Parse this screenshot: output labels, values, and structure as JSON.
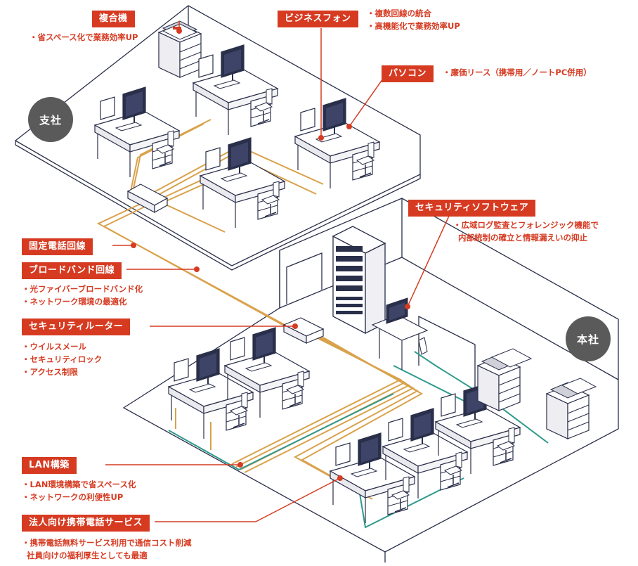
{
  "badges": {
    "branch": "支社",
    "hq": "本社"
  },
  "callouts": [
    {
      "id": "mfp",
      "label": "複合機",
      "notes": [
        "・省スペース化で業務効率UP"
      ]
    },
    {
      "id": "phone",
      "label": "ビジネスフォン",
      "notes": [
        "・複数回線の統合",
        "・高機能化で業務効率UP"
      ]
    },
    {
      "id": "pc",
      "label": "パソコン",
      "notes": [
        "・廉価リース（携帯用／ノートPC併用）"
      ]
    },
    {
      "id": "security-software",
      "label": "セキュリティソフトウェア",
      "notes": [
        "・広域ログ監査とフォレンジック機能で",
        "内部統制の確立と情報漏えいの抑止"
      ]
    },
    {
      "id": "fixed-line",
      "label": "固定電話回線",
      "notes": []
    },
    {
      "id": "broadband",
      "label": "ブロードバンド回線",
      "notes": [
        "・光ファイバーブロードバンド化",
        "・ネットワーク環境の最適化"
      ]
    },
    {
      "id": "router",
      "label": "セキュリティルーター",
      "notes": [
        "・ウイルスメール",
        "・セキュリティロック",
        "・アクセス制限"
      ]
    },
    {
      "id": "lan",
      "label": "LAN構築",
      "notes": [
        "・LAN環境構築で省スペース化",
        "・ネットワークの利便性UP"
      ]
    },
    {
      "id": "mobile",
      "label": "法人向け携帯電話サービス",
      "notes": [
        "・携帯電話無料サービス利用で通信コスト削減",
        "社員向けの福利厚生としても最適"
      ]
    }
  ],
  "colors": {
    "accent": "#d63b22",
    "cable": "#d9a24c",
    "lan": "#2f9a8c",
    "outline": "#2a2f4a",
    "badge": "#5a5a5a"
  }
}
